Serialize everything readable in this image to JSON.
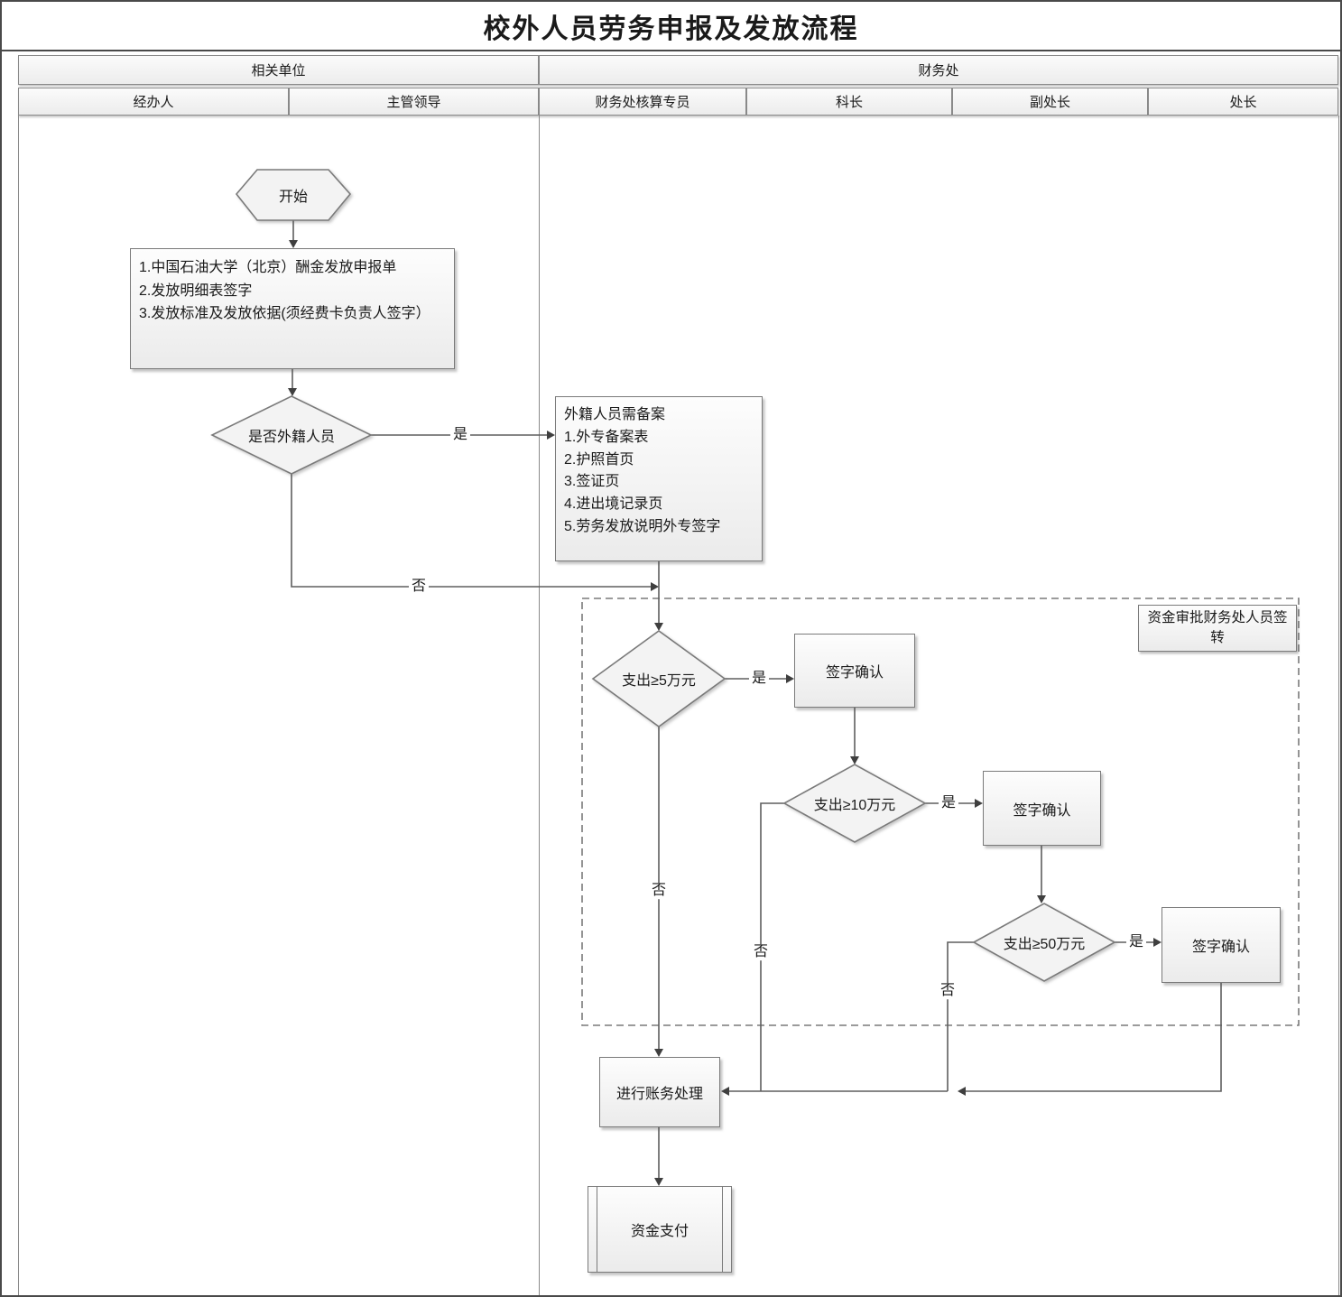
{
  "title": "校外人员劳务申报及发放流程",
  "lanes": {
    "groups": [
      {
        "label": "相关单位"
      },
      {
        "label": "财务处"
      }
    ],
    "roles": [
      {
        "label": "经办人"
      },
      {
        "label": "主管领导"
      },
      {
        "label": "财务处核算专员"
      },
      {
        "label": "科长"
      },
      {
        "label": "副处长"
      },
      {
        "label": "处长"
      }
    ]
  },
  "nodes": {
    "start": {
      "label": "开始",
      "shape": "hexagon"
    },
    "declare": {
      "text": "1.中国石油大学（北京）酬金发放申报单\n2.发放明细表签字\n3.发放标准及发放依据(须经费卡负责人签字）",
      "shape": "process"
    },
    "foreign_check": {
      "label": "是否外籍人员",
      "shape": "decision"
    },
    "foreign_docs": {
      "text": "外籍人员需备案\n1.外专备案表\n2.护照首页\n3.签证页\n4.进出境记录页\n5.劳务发放说明外专签字",
      "shape": "process"
    },
    "approval_zone": {
      "label": "资金审批财务处人员签转",
      "shape": "dashed-group"
    },
    "check_5w": {
      "label": "支出≥5万元",
      "shape": "decision"
    },
    "sign_5w": {
      "label": "签字确认",
      "shape": "process"
    },
    "check_10w": {
      "label": "支出≥10万元",
      "shape": "decision"
    },
    "sign_10w": {
      "label": "签字确认",
      "shape": "process"
    },
    "check_50w": {
      "label": "支出≥50万元",
      "shape": "decision"
    },
    "sign_50w": {
      "label": "签字确认",
      "shape": "process"
    },
    "accounting": {
      "label": "进行账务处理",
      "shape": "process"
    },
    "payment": {
      "label": "资金支付",
      "shape": "predefined-process"
    }
  },
  "edge_labels": {
    "yes": "是",
    "no": "否"
  },
  "colors": {
    "line": "#5e5e5e",
    "arrow": "#3f3f3f",
    "shape_border": "#7a7a7a",
    "shape_fill": "#f3f3f3",
    "frame": "#4a4a4a",
    "text": "#1a1a1a"
  }
}
